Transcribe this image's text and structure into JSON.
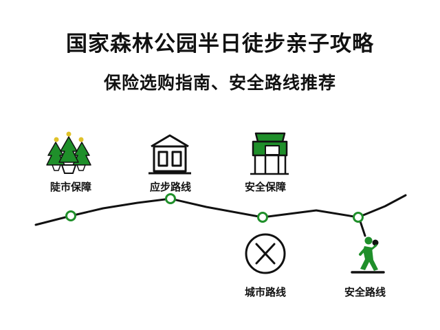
{
  "title": "国家森林公园半日徒步亲子攻略",
  "subtitle": "保险选购指南、安全路线推荐",
  "nodes": [
    {
      "label": "陡市保障",
      "icon": "trees-icon"
    },
    {
      "label": "应步路线",
      "icon": "building-icon"
    },
    {
      "label": "安全保障",
      "icon": "booth-icon"
    },
    {
      "label": "城市路线",
      "icon": "cross-circle-icon"
    },
    {
      "label": "安全路线",
      "icon": "hiker-icon"
    }
  ],
  "colors": {
    "accent": "#1f8f2a",
    "line": "#111111"
  }
}
